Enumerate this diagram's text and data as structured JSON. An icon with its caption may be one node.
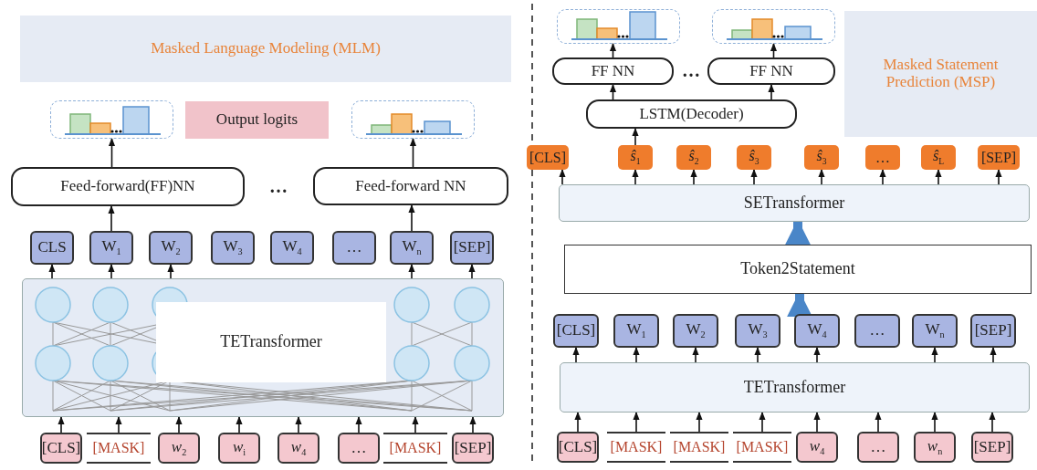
{
  "diagram": {
    "nodes": [
      {
        "text": [
          "Masked Language Modeling (MLM)"
        ]
      },
      {
        "text": [],
        "shape": "box"
      },
      {
        "text": [
          "Output logits"
        ]
      },
      {
        "text": [],
        "shape": "box"
      },
      {
        "text": [
          "Feed-forward(FF)NN"
        ]
      },
      {
        "text": [
          "Feed-forward NN"
        ]
      },
      {
        "text": [
          "CLS"
        ]
      },
      {
        "text": [
          "W$_{1}$"
        ]
      },
      {
        "text": [
          "W$_{2}$"
        ]
      },
      {
        "text": [
          "W$_{3}$"
        ]
      },
      {
        "text": [
          "W$_{4}$"
        ]
      },
      {
        "text": [
          "…"
        ]
      },
      {
        "text": [
          "W$_{n}$"
        ]
      },
      {
        "text": [
          "[SEP]"
        ]
      },
      {
        "text": [
          "TETransformer"
        ]
      },
      {
        "text": [
          "[CLS]"
        ]
      },
      {
        "text": [
          "[MASK]"
        ]
      },
      {
        "text": [
          "*w*$_{2}$"
        ]
      },
      {
        "text": [
          "*w*$_{i}$"
        ]
      },
      {
        "text": [
          "*w*$_{4}$"
        ]
      },
      {
        "text": [
          "…"
        ]
      },
      {
        "text": [
          "[MASK]"
        ]
      },
      {
        "text": [
          "[SEP]"
        ]
      },
      {
        "text": [],
        "shape": "box"
      },
      {
        "text": [],
        "shape": "box"
      },
      {
        "text": [
          "FF NN"
        ]
      },
      {
        "text": [
          "FF NN"
        ]
      },
      {
        "text": [
          "LSTM(Decoder)"
        ]
      },
      {
        "text": [
          "Masked Statement Prediction (MSP)"
        ]
      },
      {
        "text": [
          "[CLS]"
        ]
      },
      {
        "text": [
          "*ŝ*$_{1}$"
        ]
      },
      {
        "text": [
          "*ŝ*$_{2}$"
        ]
      },
      {
        "text": [
          "*ŝ*$_{3}$"
        ]
      },
      {
        "text": [
          "*ŝ*$_{3}$"
        ]
      },
      {
        "text": [
          "…"
        ]
      },
      {
        "text": [
          "*ŝ*$_{L}$"
        ]
      },
      {
        "text": [
          "[SEP]"
        ]
      },
      {
        "text": [
          "SETransformer"
        ]
      },
      {
        "text": [
          "Token2Statement"
        ]
      },
      {
        "text": [
          "[CLS]"
        ]
      },
      {
        "text": [
          "W$_{1}$"
        ]
      },
      {
        "text": [
          "W$_{2}$"
        ]
      },
      {
        "text": [
          "W$_{3}$"
        ]
      },
      {
        "text": [
          "W$_{4}$"
        ]
      },
      {
        "text": [
          "…"
        ]
      },
      {
        "text": [
          "W$_{n}$"
        ]
      },
      {
        "text": [
          "[SEP]"
        ]
      },
      {
        "text": [
          "TETransformer"
        ]
      },
      {
        "text": [
          "[CLS]"
        ]
      },
      {
        "text": [
          "[MASK]"
        ]
      },
      {
        "text": [
          "[MASK]"
        ]
      },
      {
        "text": [
          "[MASK]"
        ]
      },
      {
        "text": [
          "*w*$_{4}$"
        ]
      },
      {
        "text": [
          "…"
        ]
      },
      {
        "text": [
          "*w*$_{n}$"
        ]
      },
      {
        "text": [
          "[SEP]"
        ]
      }
    ],
    "edges": [
      {
        "from": 4,
        "to": 1,
        "arrow": "to"
      },
      {
        "from": 5,
        "to": 3,
        "arrow": "to"
      },
      {
        "from": 7,
        "to": 4,
        "arrow": "to"
      },
      {
        "from": 12,
        "to": 5,
        "arrow": "to"
      },
      {
        "from": 14,
        "to": 6,
        "arrow": "to"
      },
      {
        "from": 14,
        "to": 7,
        "arrow": "to"
      },
      {
        "from": 14,
        "to": 8,
        "arrow": "to"
      },
      {
        "from": 14,
        "to": 12,
        "arrow": "to"
      },
      {
        "from": 14,
        "to": 13,
        "arrow": "to"
      },
      {
        "from": 15,
        "to": 14,
        "arrow": "to"
      },
      {
        "from": 16,
        "to": 14,
        "arrow": "to"
      },
      {
        "from": 17,
        "to": 14,
        "arrow": "to"
      },
      {
        "from": 18,
        "to": 14,
        "arrow": "to"
      },
      {
        "from": 19,
        "to": 14,
        "arrow": "to"
      },
      {
        "from": 20,
        "to": 14,
        "arrow": "to"
      },
      {
        "from": 21,
        "to": 14,
        "arrow": "to"
      },
      {
        "from": 22,
        "to": 14,
        "arrow": "to"
      },
      {
        "from": 25,
        "to": 23,
        "arrow": "to"
      },
      {
        "from": 26,
        "to": 24,
        "arrow": "to"
      },
      {
        "from": 27,
        "to": 25,
        "arrow": "to"
      },
      {
        "from": 27,
        "to": 26,
        "arrow": "to"
      },
      {
        "from": 30,
        "to": 27,
        "arrow": "to"
      },
      {
        "from": 37,
        "to": 29,
        "arrow": "to"
      },
      {
        "from": 37,
        "to": 30,
        "arrow": "to"
      },
      {
        "from": 37,
        "to": 31,
        "arrow": "to"
      },
      {
        "from": 37,
        "to": 32,
        "arrow": "to"
      },
      {
        "from": 37,
        "to": 33,
        "arrow": "to"
      },
      {
        "from": 37,
        "to": 34,
        "arrow": "to"
      },
      {
        "from": 37,
        "to": 35,
        "arrow": "to"
      },
      {
        "from": 37,
        "to": 36,
        "arrow": "to"
      },
      {
        "from": 38,
        "to": 37,
        "arrow": "to",
        "style": "thick",
        "color": "#4a86c8"
      },
      {
        "from": 43,
        "to": 38,
        "arrow": "to",
        "style": "thick",
        "color": "#4a86c8"
      },
      {
        "from": 47,
        "to": 39,
        "arrow": "to"
      },
      {
        "from": 47,
        "to": 40,
        "arrow": "to"
      },
      {
        "from": 47,
        "to": 41,
        "arrow": "to"
      },
      {
        "from": 47,
        "to": 42,
        "arrow": "to"
      },
      {
        "from": 47,
        "to": 43,
        "arrow": "to"
      },
      {
        "from": 47,
        "to": 45,
        "arrow": "to"
      },
      {
        "from": 47,
        "to": 46,
        "arrow": "to"
      },
      {
        "from": 48,
        "to": 47,
        "arrow": "to"
      },
      {
        "from": 49,
        "to": 47,
        "arrow": "to"
      },
      {
        "from": 50,
        "to": 47,
        "arrow": "to"
      },
      {
        "from": 51,
        "to": 47,
        "arrow": "to"
      },
      {
        "from": 52,
        "to": 47,
        "arrow": "to"
      },
      {
        "from": 53,
        "to": 47,
        "arrow": "to"
      },
      {
        "from": 54,
        "to": 47,
        "arrow": "to"
      },
      {
        "from": 55,
        "to": 47,
        "arrow": "to"
      }
    ],
    "labels": [
      "…",
      "…"
    ]
  }
}
